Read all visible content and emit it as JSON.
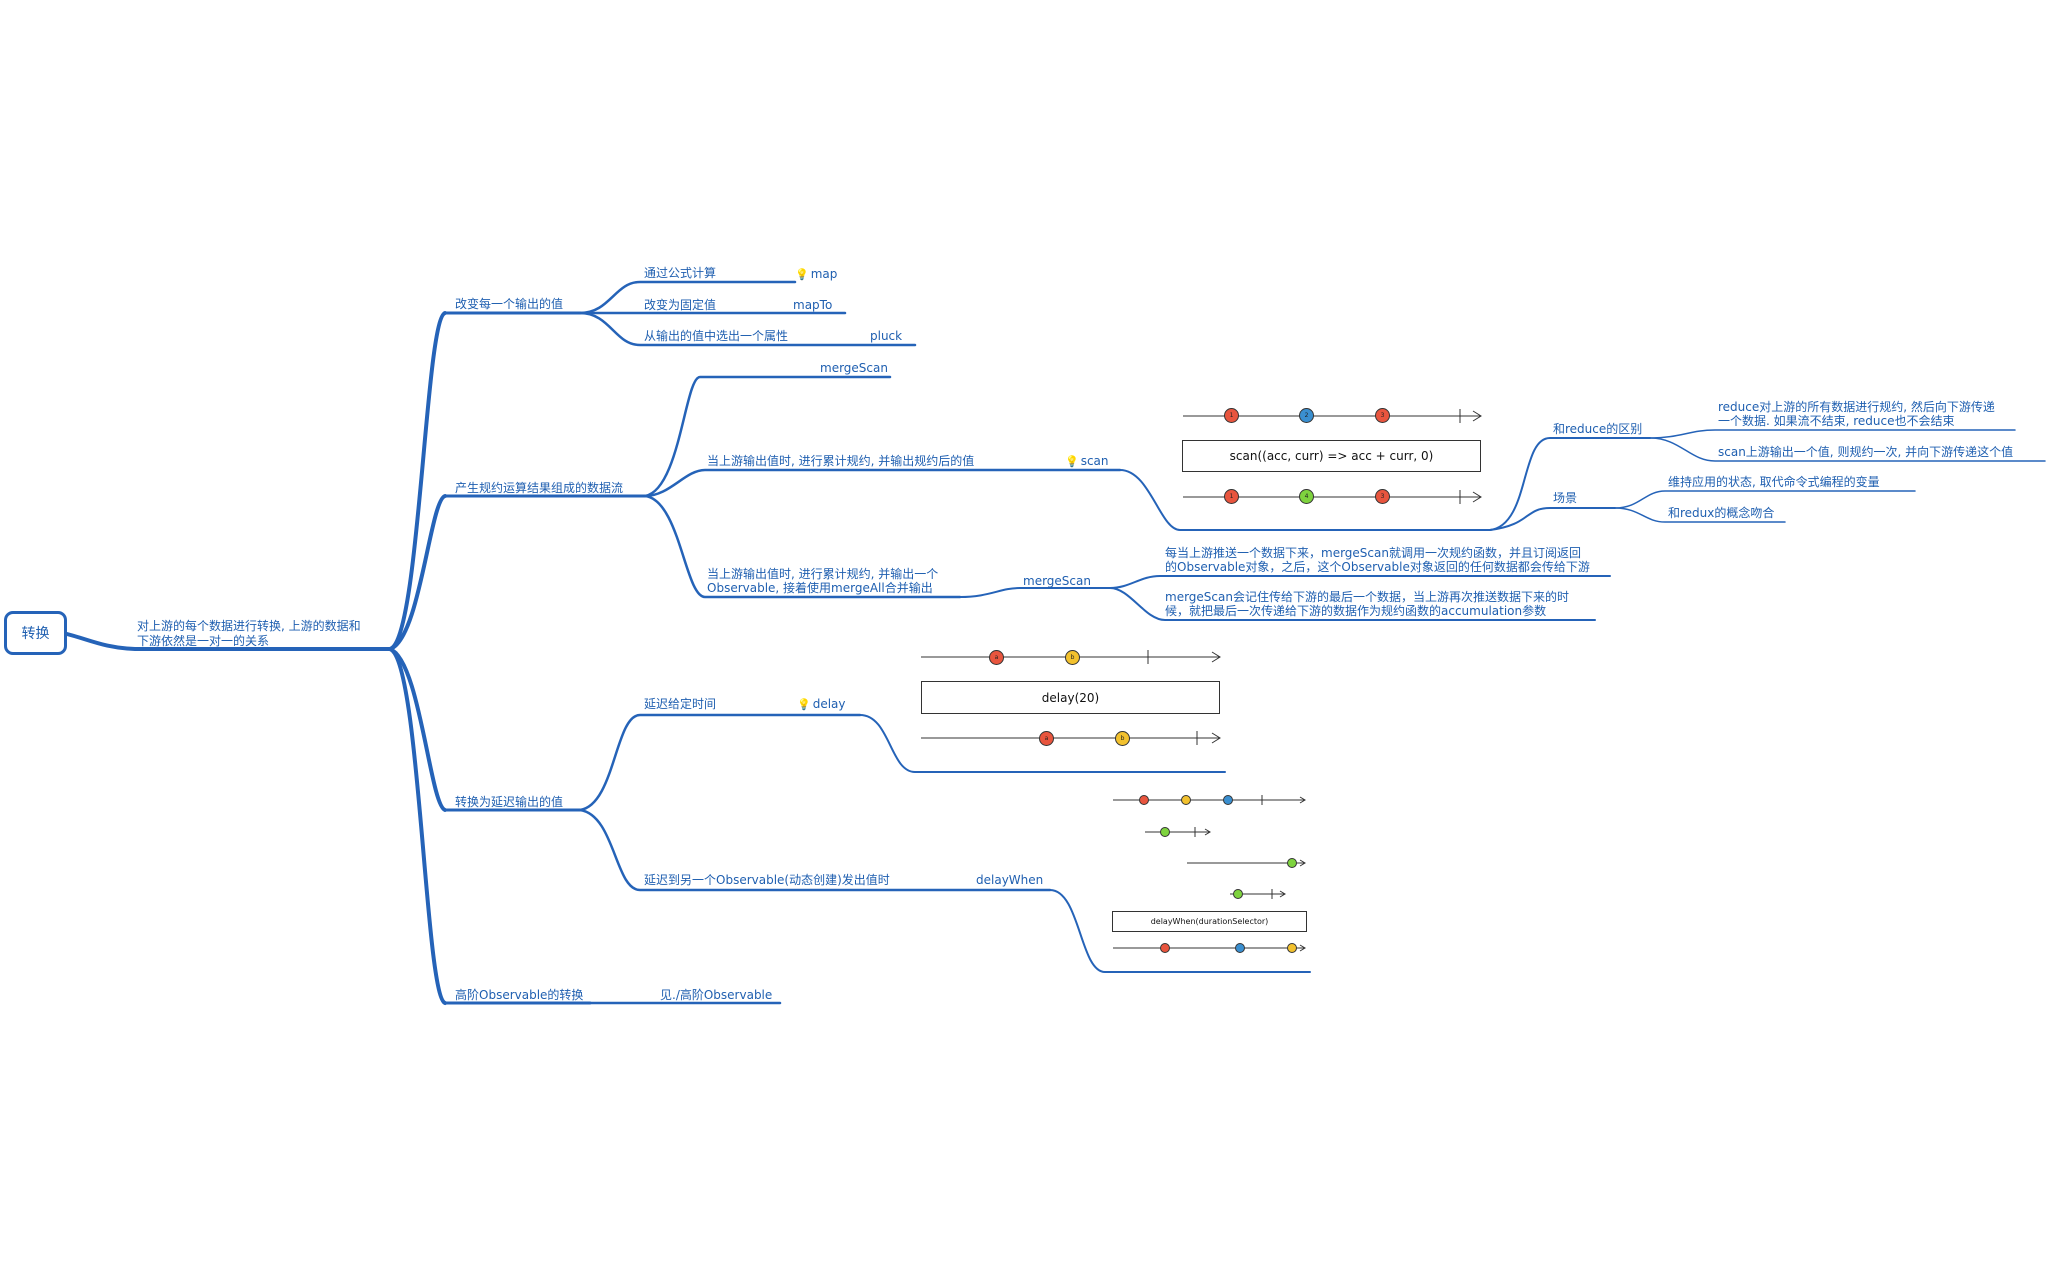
{
  "root": {
    "label": "转换"
  },
  "root_note": {
    "line1": "对上游的每个数据进行转换, 上游的数据和",
    "line2": "下游依然是一对一的关系"
  },
  "branches": {
    "change_value": {
      "label": "改变每一个输出的值",
      "children": [
        {
          "label": "通过公式计算",
          "leaf": "map"
        },
        {
          "label": "改变为固定值",
          "leaf": "mapTo"
        },
        {
          "label": "从输出的值中选出一个属性",
          "leaf": "pluck"
        }
      ]
    },
    "reduce_stream": {
      "label": "产生规约运算结果组成的数据流",
      "mergeScan_top": "mergeScan",
      "scan_branch": {
        "label": "当上游输出值时, 进行累计规约, 并输出规约后的值",
        "leaf": "scan"
      },
      "mergeScan_branch": {
        "label_line1": "当上游输出值时, 进行累计规约, 并输出一个",
        "label_line2": "Observable, 接着使用mergeAll合并输出",
        "leaf": "mergeScan",
        "note1_line1": "每当上游推送一个数据下来，mergeScan就调用一次规约函数，并且订阅返回",
        "note1_line2": "的Observable对象，之后，这个Observable对象返回的任何数据都会传给下游",
        "note2_line1": "mergeScan会记住传给下游的最后一个数据，当上游再次推送数据下来的时",
        "note2_line2": "候，就把最后一次传递给下游的数据作为规约函数的accumulation参数"
      },
      "reduce_diff": {
        "label": "和reduce的区别",
        "item1_line1": "reduce对上游的所有数据进行规约, 然后向下游传递",
        "item1_line2": "一个数据. 如果流不结束, reduce也不会结束",
        "item2": "scan上游输出一个值, 则规约一次, 并向下游传递这个值"
      },
      "scenario": {
        "label": "场景",
        "item1": "维持应用的状态, 取代命令式编程的变量",
        "item2": "和redux的概念吻合"
      }
    },
    "delay": {
      "label": "转换为延迟输出的值",
      "delay_time": {
        "label": "延迟给定时间",
        "leaf": "delay"
      },
      "delay_when": {
        "label": "延迟到另一个Observable(动态创建)发出值时",
        "leaf": "delayWhen"
      }
    },
    "higher_order": {
      "label": "高阶Observable的转换",
      "leaf": "见./高阶Observable"
    }
  },
  "diagrams": {
    "scan": {
      "operator": "scan((acc, curr) => acc + curr, 0)",
      "input_marbles": [
        {
          "value": "1",
          "color": "#e8553e"
        },
        {
          "value": "2",
          "color": "#3a8fd0"
        },
        {
          "value": "3",
          "color": "#e8553e"
        }
      ],
      "output_marbles": [
        {
          "value": "1",
          "color": "#e8553e"
        },
        {
          "value": "4",
          "color": "#7ed33e"
        },
        {
          "value": "3",
          "color": "#e8553e"
        }
      ]
    },
    "delay": {
      "operator": "delay(20)",
      "input_marbles": [
        {
          "value": "a",
          "color": "#e8553e"
        },
        {
          "value": "b",
          "color": "#f2c12e"
        }
      ],
      "output_marbles": [
        {
          "value": "a",
          "color": "#e8553e"
        },
        {
          "value": "b",
          "color": "#f2c12e"
        }
      ]
    },
    "delayWhen": {
      "operator": "delayWhen(durationSelector)",
      "colors": {
        "red": "#e8553e",
        "yellow": "#f2c12e",
        "blue": "#3a8fd0",
        "green": "#7ed33e"
      }
    }
  },
  "colors": {
    "line": "#2563b8",
    "text": "#1f5fb0"
  }
}
